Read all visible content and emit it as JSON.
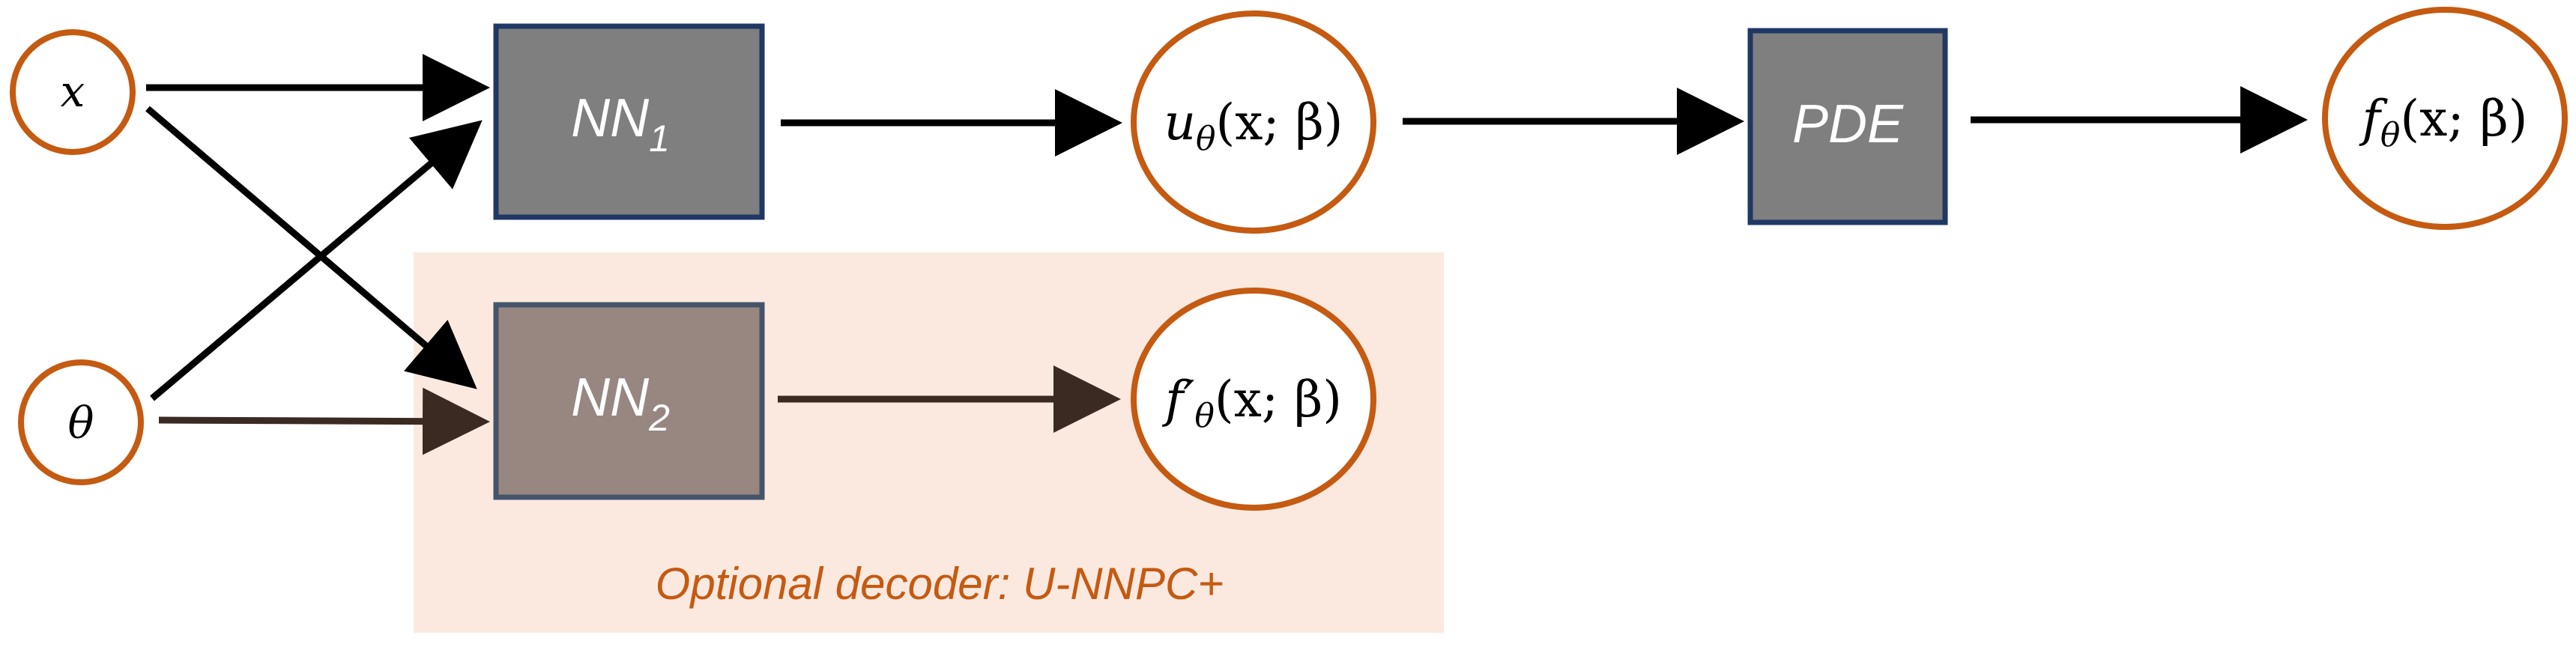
{
  "nodes": {
    "x": "x",
    "theta": "θ",
    "nn1": {
      "base": "NN",
      "sub": "1"
    },
    "nn2": {
      "base": "NN",
      "sub": "2"
    },
    "u_out": {
      "var": "u",
      "sub": "θ",
      "args": "(x; β)"
    },
    "f_prime_out": {
      "var": "f",
      "prime": "′",
      "sub": "θ",
      "args": "(x; β)"
    },
    "pde": "PDE",
    "f_out": {
      "var": "f",
      "sub": "θ",
      "args": "(x; β)"
    }
  },
  "optional_region": {
    "caption": "Optional decoder: U-NNPC+"
  },
  "colors": {
    "circle_stroke": "#c55a11",
    "box_fill": "#7f7f7f",
    "box_stroke": "#1f3864",
    "box2_fill": "#978780",
    "box2_stroke": "#44546a",
    "region_fill": "#fbe9e0",
    "arrow": "#000000",
    "arrow_faded": "#3b2a22",
    "caption": "#c55a11"
  }
}
